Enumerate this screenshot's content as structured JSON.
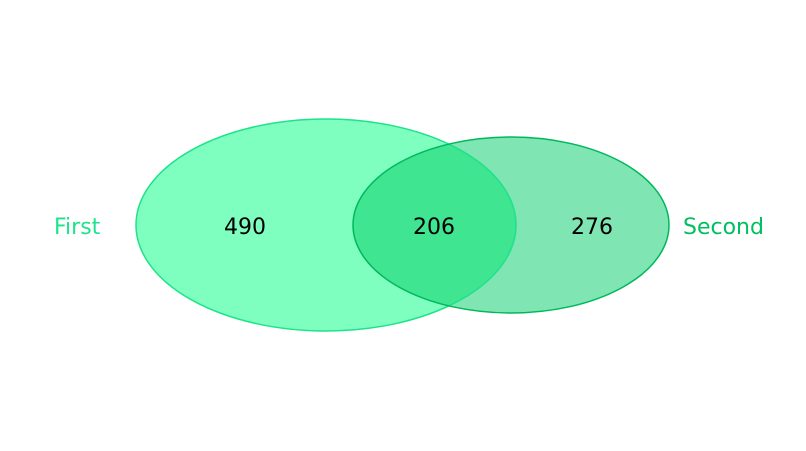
{
  "chart_data": {
    "type": "venn",
    "sets": [
      {
        "label": "First",
        "only_count": "490",
        "color": "#00ff80",
        "edge_color": "#1ee38a",
        "label_color": "#1ee38a"
      },
      {
        "label": "Second",
        "only_count": "276",
        "color": "#00cc66",
        "edge_color": "#00b85c",
        "label_color": "#00c060"
      }
    ],
    "intersection_count": "206",
    "intersection_color": "#3fe590"
  }
}
